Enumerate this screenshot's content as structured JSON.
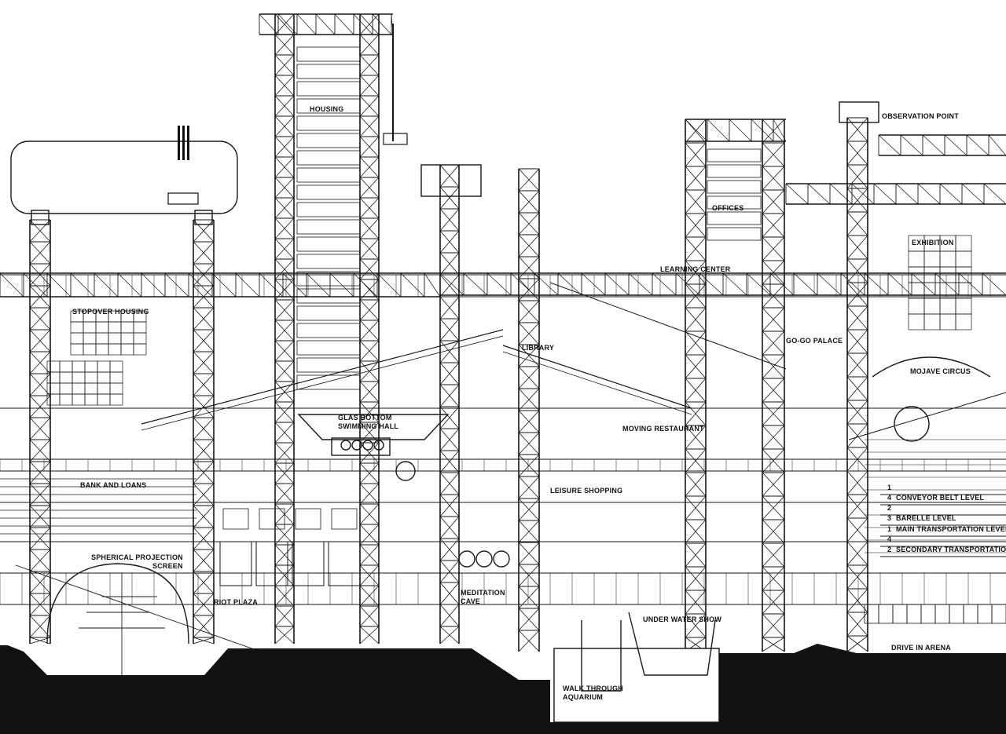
{
  "labels": {
    "housing": "HOUSING",
    "observation_point": "OBSERVATION POINT",
    "offices": "OFFICES",
    "exhibition": "EXHIBITION",
    "learning_center": "LEARNING CENTER",
    "stopover_housing": "STOPOVER HOUSING",
    "library": "LIBRARY",
    "go_go_palace": "GO-GO PALACE",
    "mojave_circus": "MOJAVE CIRCUS",
    "glas_bottom_1": "GLAS BOTTOM",
    "glas_bottom_2": "SWIMMING HALL",
    "moving_restaurant": "MOVING RESTAURANT",
    "bank_and_loans": "BANK AND LOANS",
    "leisure_shopping": "LEISURE SHOPPING",
    "spherical_1": "SPHERICAL PROJECTION",
    "spherical_2": "SCREEN",
    "riot_plaza": "RIOT PLAZA",
    "meditation_1": "MEDITATION",
    "meditation_2": "CAVE",
    "under_water_show": "UNDER WATER SHOW",
    "drive_in_arena": "DRIVE IN ARENA",
    "aquarium_1": "WALK THROUGH",
    "aquarium_2": "AQUARIUM"
  },
  "levels": [
    {
      "num": "1",
      "label": ""
    },
    {
      "num": "4",
      "label": "CONVEYOR BELT LEVEL"
    },
    {
      "num": "2",
      "label": ""
    },
    {
      "num": "3",
      "label": "BARELLE LEVEL"
    },
    {
      "num": "1",
      "label": "MAIN TRANSPORTATION LEVEL"
    },
    {
      "num": "4",
      "label": ""
    },
    {
      "num": "2",
      "label": "SECONDARY TRANSPORTATION"
    }
  ],
  "colors": {
    "ink": "#111111",
    "paper": "#ffffff",
    "ground": "#101010"
  }
}
